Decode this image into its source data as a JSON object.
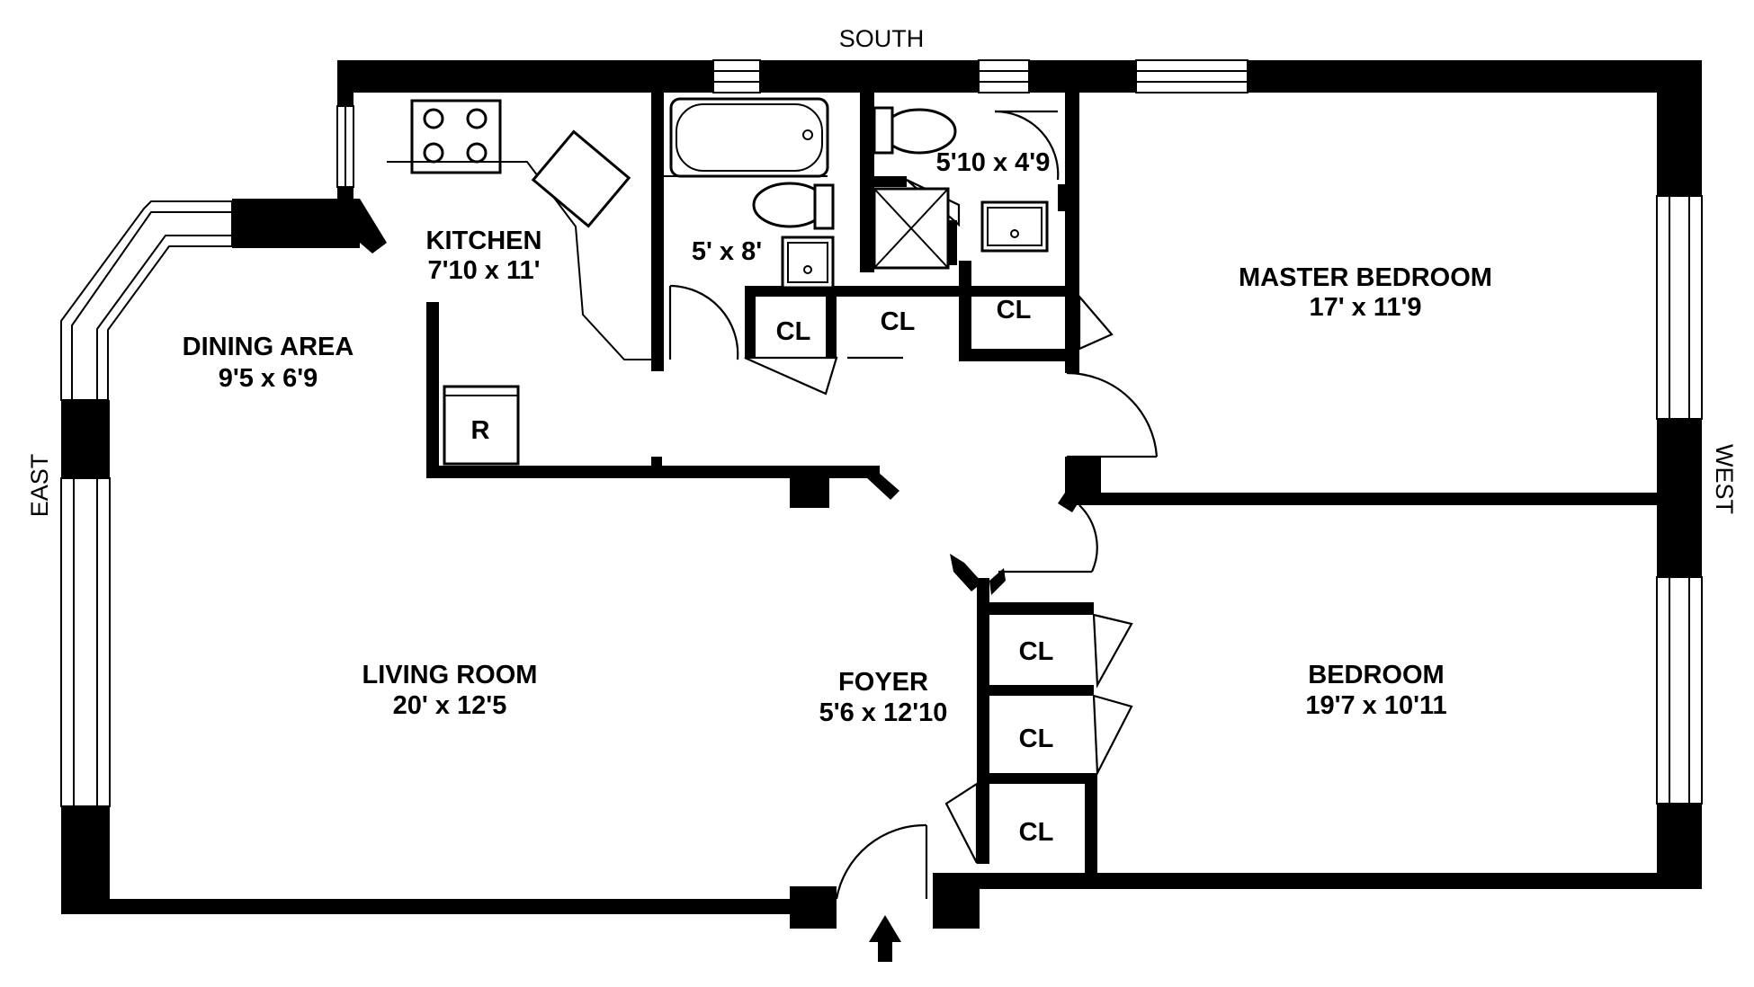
{
  "compass": {
    "south": "SOUTH",
    "east": "EAST",
    "west": "WEST"
  },
  "rooms": {
    "kitchen": {
      "name": "KITCHEN",
      "size": "7'10 x 11'"
    },
    "dining": {
      "name": "DINING AREA",
      "size": "9'5 x 6'9"
    },
    "bath1": {
      "size": "5' x 8'"
    },
    "bath2": {
      "size": "5'10 x 4'9"
    },
    "master": {
      "name": "MASTER BEDROOM",
      "size": "17' x 11'9"
    },
    "living": {
      "name": "LIVING ROOM",
      "size": "20' x 12'5"
    },
    "foyer": {
      "name": "FOYER",
      "size": "5'6 x 12'10"
    },
    "bedroom": {
      "name": "BEDROOM",
      "size": "19'7 x 10'11"
    }
  },
  "closets": {
    "cl1": "CL",
    "cl2": "CL",
    "cl3": "CL",
    "cl4": "CL",
    "cl5": "CL",
    "cl6": "CL"
  },
  "fixtures": {
    "refrigerator": "R"
  }
}
